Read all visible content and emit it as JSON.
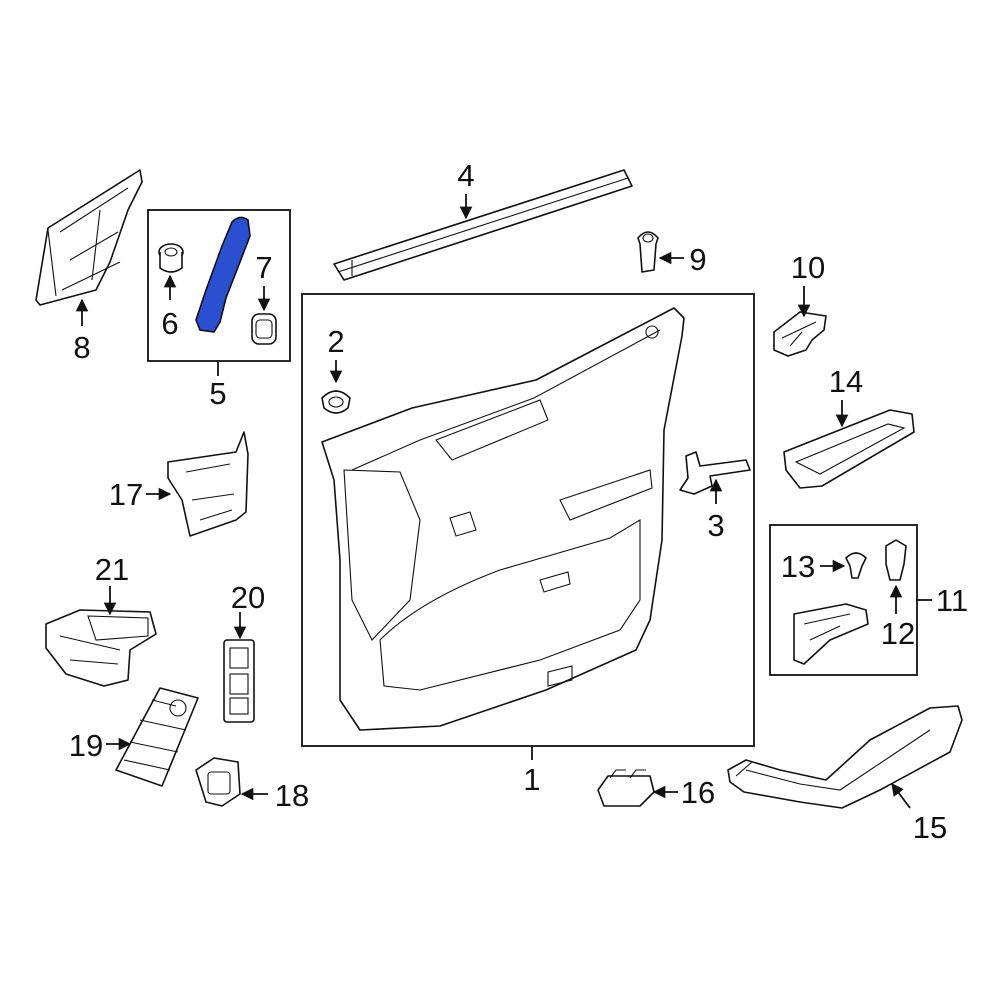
{
  "colors": {
    "highlight": "#2a4fd0",
    "line": "#111111",
    "background": "#ffffff"
  },
  "callouts": {
    "c1": "1",
    "c2": "2",
    "c3": "3",
    "c4": "4",
    "c5": "5",
    "c6": "6",
    "c7": "7",
    "c8": "8",
    "c9": "9",
    "c10": "10",
    "c11": "11",
    "c12": "12",
    "c13": "13",
    "c14": "14",
    "c15": "15",
    "c16": "16",
    "c17": "17",
    "c18": "18",
    "c19": "19",
    "c20": "20",
    "c21": "21"
  }
}
